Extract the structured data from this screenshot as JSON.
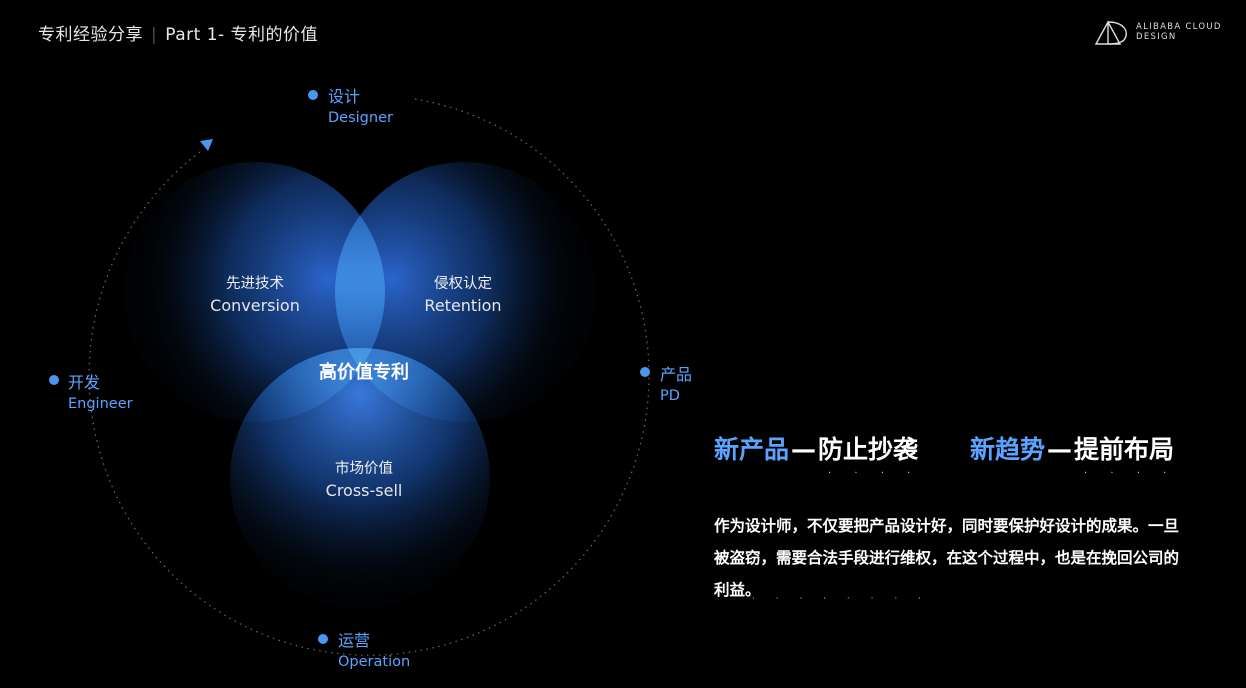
{
  "header": {
    "title_main": "专利经验分享",
    "separator": "|",
    "title_sub": "Part 1- 专利的价值"
  },
  "logo": {
    "line1": "ALIBABA CLOUD",
    "line2": "DESIGN"
  },
  "cycle_nodes": {
    "designer": {
      "cn": "设计",
      "en": "Designer"
    },
    "product": {
      "cn": "产品",
      "en": "PD"
    },
    "operation": {
      "cn": "运营",
      "en": "Operation"
    },
    "engineer": {
      "cn": "开发",
      "en": "Engineer"
    }
  },
  "venn": {
    "left": {
      "cn": "先进技术",
      "en": "Conversion"
    },
    "right": {
      "cn": "侵权认定",
      "en": "Retention"
    },
    "bottom": {
      "cn": "市场价值",
      "en": "Cross-sell"
    },
    "center": "高价值专利"
  },
  "headlines": [
    {
      "blue": "新产品",
      "dash": "—",
      "white": "防止抄袭",
      "dots": "· · · ·"
    },
    {
      "blue": "新趋势",
      "dash": "—",
      "white": "提前布局",
      "dots": "· · · ·"
    }
  ],
  "body": {
    "text": "作为设计师，不仅要把产品设计好，同时要保护好设计的成果。一旦被盗窃，需要合法手段进行维权，在这个过程中，也是在挽回公司的利益。",
    "dots": "· · · · · · · ·"
  },
  "colors": {
    "accent": "#4a96f0",
    "label_blue": "#5aa4ff",
    "background": "#000000"
  }
}
